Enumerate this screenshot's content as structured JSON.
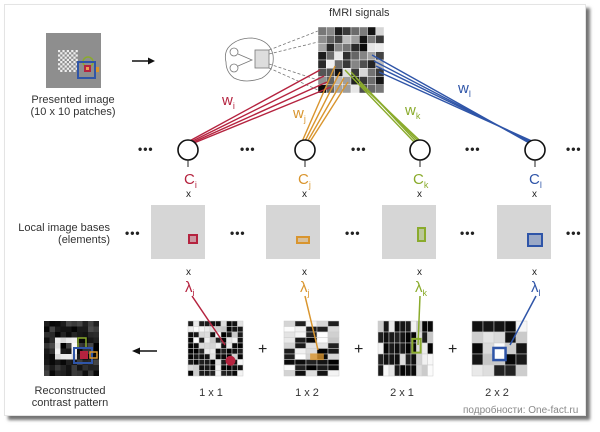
{
  "title": "fMRI signals",
  "presented_image": {
    "line1": "Presented image",
    "line2": "(10 x 10 patches)"
  },
  "local_bases": {
    "line1": "Local image bases",
    "line2": "(elements)"
  },
  "reconstructed": {
    "line1": "Reconstructed",
    "line2": "contrast pattern"
  },
  "ellipsis": "•••",
  "times": "x",
  "plus": "+",
  "colors": {
    "i": "#b5233f",
    "j": "#d9952e",
    "k": "#8aab2c",
    "l": "#2f55a8"
  },
  "channels": [
    {
      "id": "i",
      "weight": "w",
      "weight_sub": "i",
      "coef": "C",
      "coef_sub": "i",
      "lambda": "λ",
      "lambda_sub": "i",
      "scale": "1 x 1"
    },
    {
      "id": "j",
      "weight": "w",
      "weight_sub": "j",
      "coef": "C",
      "coef_sub": "j",
      "lambda": "λ",
      "lambda_sub": "j",
      "scale": "1 x 2"
    },
    {
      "id": "k",
      "weight": "w",
      "weight_sub": "k",
      "coef": "C",
      "coef_sub": "k",
      "lambda": "λ",
      "lambda_sub": "k",
      "scale": "2 x 1"
    },
    {
      "id": "l",
      "weight": "w",
      "weight_sub": "l",
      "coef": "C",
      "coef_sub": "l",
      "lambda": "λ",
      "lambda_sub": "l",
      "scale": "2 x 2"
    }
  ],
  "watermark": "подробности: One-fact.ru"
}
